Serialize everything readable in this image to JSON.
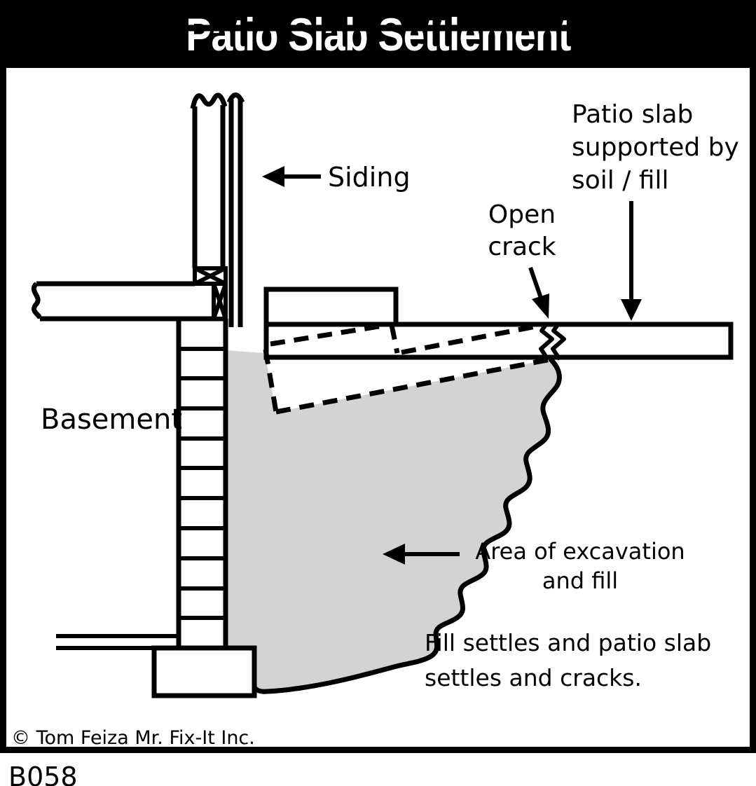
{
  "title": "Patio Slab Settlement",
  "labels": {
    "siding": "Siding",
    "patio_slab": "Patio slab\nsupported by\nsoil / fill",
    "open_crack": "Open\ncrack",
    "basement": "Basement",
    "excavation": "Area of excavation\nand fill",
    "note": "Fill settles and patio slab\nsettles and cracks.",
    "copyright": "© Tom Feiza Mr. Fix-It Inc.",
    "code": "B058"
  },
  "colors": {
    "line": "#000000",
    "background": "#ffffff",
    "fill_area_gray": "#d3d3d3",
    "title_bar": "#000000",
    "title_text": "#ffffff"
  }
}
